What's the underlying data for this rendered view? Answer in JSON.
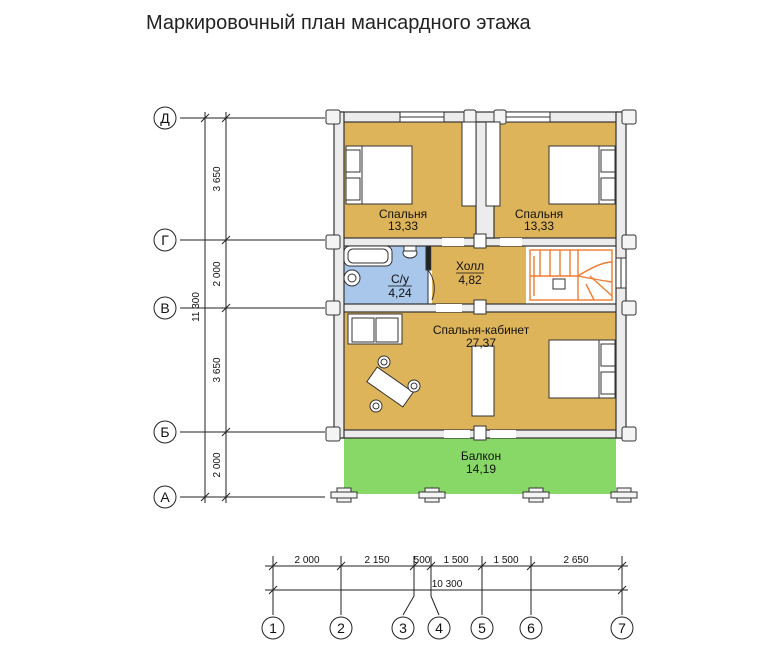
{
  "title": "Маркировочный план мансардного этажа",
  "colors": {
    "room": "#deb45a",
    "bath": "#a9c7ea",
    "balcony": "#88d868",
    "wall": "#ececec",
    "stairs": "#f07c30"
  },
  "rooms": {
    "bed_left": {
      "name": "Спальня",
      "area": "13,33"
    },
    "bed_right": {
      "name": "Спальня",
      "area": "13,33"
    },
    "hall": {
      "name": "Холл",
      "area": "4,82"
    },
    "wc": {
      "name": "С/у",
      "area": "4,24"
    },
    "study": {
      "name": "Спальня-кабинет",
      "area": "27,37"
    },
    "balcony": {
      "name": "Балкон",
      "area": "14,19"
    }
  },
  "axes_rows": [
    "Д",
    "Г",
    "В",
    "Б",
    "А"
  ],
  "axes_cols": [
    "1",
    "2",
    "3",
    "4",
    "5",
    "6",
    "7"
  ],
  "dims_vertical": [
    "3 650",
    "2 000",
    "3 650",
    "2 000"
  ],
  "dim_vertical_total": "11 300",
  "dims_horizontal": [
    "2 000",
    "2 150",
    "500",
    "1 500",
    "1 500",
    "2 650"
  ],
  "dim_horizontal_total": "10 300"
}
